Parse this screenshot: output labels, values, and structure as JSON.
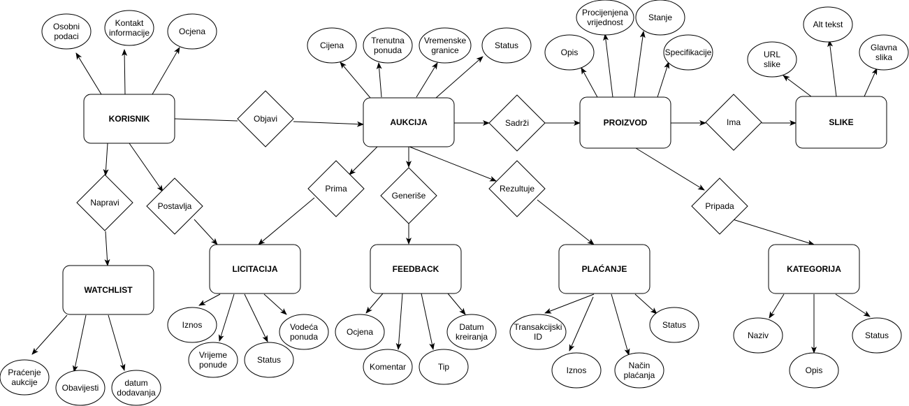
{
  "entities": {
    "korisnik": "KORISNIK",
    "aukcija": "AUKCIJA",
    "proizvod": "PROIZVOD",
    "slike": "SLIKE",
    "watchlist": "WATCHLIST",
    "licitacija": "LICITACIJA",
    "feedback": "FEEDBACK",
    "placanje": "PLAĆANJE",
    "kategorija": "KATEGORIJA"
  },
  "relationships": {
    "objavi": "Objavi",
    "sadrzi": "Sadrži",
    "ima": "Ima",
    "napravi": "Napravi",
    "postavlja": "Postavlja",
    "prima": "Prima",
    "generise": "Generiše",
    "rezultuje": "Rezultuje",
    "pripada": "Pripada"
  },
  "attributes": {
    "korisnik": [
      [
        "Osobni",
        "podaci"
      ],
      [
        "Kontakt",
        "informacije"
      ],
      [
        "Ocjena"
      ]
    ],
    "aukcija": [
      [
        "Cijena"
      ],
      [
        "Trenutna",
        "ponuda"
      ],
      [
        "Vremenske",
        "granice"
      ],
      [
        "Status"
      ]
    ],
    "proizvod": [
      [
        "Opis"
      ],
      [
        "Procijenjena",
        "vrijednost"
      ],
      [
        "Stanje"
      ],
      [
        "Specifikacije"
      ]
    ],
    "slike": [
      [
        "URL",
        "slike"
      ],
      [
        "Alt tekst"
      ],
      [
        "Glavna",
        "slika"
      ]
    ],
    "watchlist": [
      [
        "Praćenje",
        "aukcije"
      ],
      [
        "Obavijesti"
      ],
      [
        "datum",
        "dodavanja"
      ]
    ],
    "licitacija": [
      [
        "Iznos"
      ],
      [
        "Vrijeme",
        "ponude"
      ],
      [
        "Status"
      ],
      [
        "Vodeća",
        "ponuda"
      ]
    ],
    "feedback": [
      [
        "Ocjena"
      ],
      [
        "Komentar"
      ],
      [
        "Tip"
      ],
      [
        "Datum",
        "kreiranja"
      ]
    ],
    "placanje": [
      [
        "Transakcijski",
        "ID"
      ],
      [
        "Iznos"
      ],
      [
        "Način",
        "plaćanja"
      ],
      [
        "Status"
      ]
    ],
    "kategorija": [
      [
        "Naziv"
      ],
      [
        "Opis"
      ],
      [
        "Status"
      ]
    ]
  }
}
